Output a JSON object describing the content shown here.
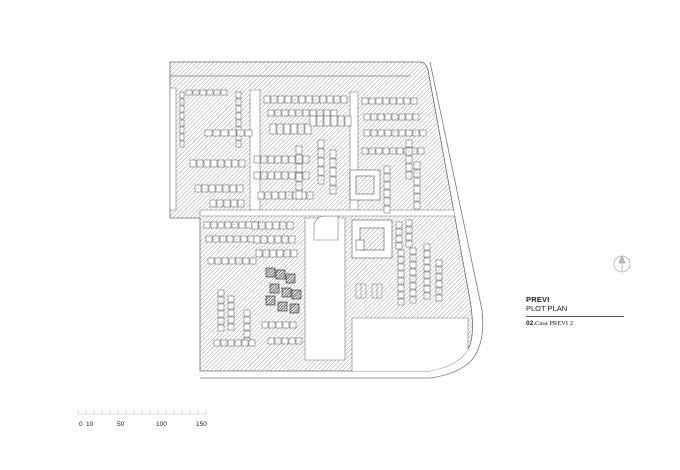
{
  "title_block": {
    "project": "PREVI",
    "drawing": "PLOT PLAN",
    "sheet_number": "02.",
    "sheet_name": "Casa PREVI 2"
  },
  "scale_bar": {
    "labels": [
      "0",
      "10",
      "50",
      "100",
      "150"
    ]
  },
  "colors": {
    "hatch": "#8a8a8a",
    "outline": "#6b6b6b",
    "building_fill": "#ffffff",
    "highlight": "#3a3a3a"
  },
  "icons": [
    "north-arrow-icon"
  ]
}
